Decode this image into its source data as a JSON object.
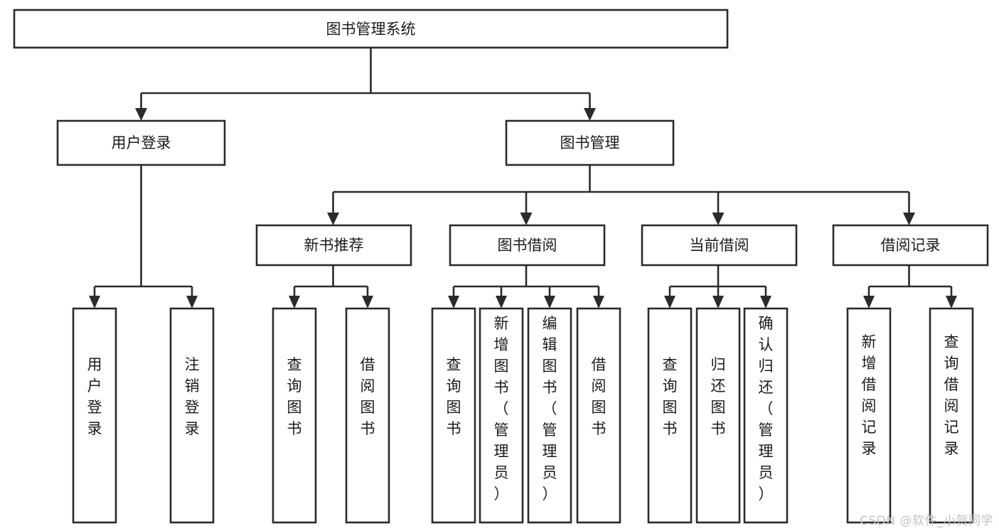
{
  "diagram": {
    "type": "tree",
    "title": "图书管理系统",
    "orientation": "top-down",
    "colors": {
      "box_fill": "#ffffff",
      "box_stroke": "#2b2b2b",
      "text": "#1b1b1b",
      "background": "#ffffff",
      "watermark": "#c3c3c3"
    },
    "nodes": {
      "root": {
        "label": "图书管理系统",
        "level": 1,
        "orientation": "horizontal"
      },
      "l2": [
        {
          "id": "user-login",
          "label": "用户登录",
          "level": 2,
          "orientation": "horizontal"
        },
        {
          "id": "book-management",
          "label": "图书管理",
          "level": 2,
          "orientation": "horizontal"
        }
      ],
      "l3": [
        {
          "id": "new-book-recommend",
          "label": "新书推荐",
          "level": 3,
          "orientation": "horizontal"
        },
        {
          "id": "book-borrow",
          "label": "图书借阅",
          "level": 3,
          "orientation": "horizontal"
        },
        {
          "id": "current-borrow",
          "label": "当前借阅",
          "level": 3,
          "orientation": "horizontal"
        },
        {
          "id": "borrow-record",
          "label": "借阅记录",
          "level": 3,
          "orientation": "horizontal"
        }
      ],
      "leaves": {
        "user_login_children": [
          {
            "id": "leaf-user-login",
            "label": "用户登录",
            "orientation": "vertical"
          },
          {
            "id": "leaf-logout-login",
            "label": "注销登录",
            "orientation": "vertical"
          }
        ],
        "new_book_recommend_children": [
          {
            "id": "leaf-query-book-1",
            "label": "查询图书",
            "orientation": "vertical"
          },
          {
            "id": "leaf-borrow-book-1",
            "label": "借阅图书",
            "orientation": "vertical"
          }
        ],
        "book_borrow_children": [
          {
            "id": "leaf-query-book-2",
            "label": "查询图书",
            "orientation": "vertical"
          },
          {
            "id": "leaf-add-book",
            "label": "新增图书（管理员）",
            "orientation": "vertical"
          },
          {
            "id": "leaf-edit-book",
            "label": "编辑图书（管理员）",
            "orientation": "vertical"
          },
          {
            "id": "leaf-borrow-book-2",
            "label": "借阅图书",
            "orientation": "vertical"
          }
        ],
        "current_borrow_children": [
          {
            "id": "leaf-query-book-3",
            "label": "查询图书",
            "orientation": "vertical"
          },
          {
            "id": "leaf-return-book",
            "label": "归还图书",
            "orientation": "vertical"
          },
          {
            "id": "leaf-confirm-return",
            "label": "确认归还（管理员）",
            "orientation": "vertical"
          }
        ],
        "borrow_record_children": [
          {
            "id": "leaf-add-borrow-record",
            "label": "新增借阅记录",
            "orientation": "vertical"
          },
          {
            "id": "leaf-query-borrow-record",
            "label": "查询借阅记录",
            "orientation": "vertical"
          }
        ]
      }
    }
  },
  "watermark": {
    "text": "CSDN @软件_小贺同学"
  }
}
